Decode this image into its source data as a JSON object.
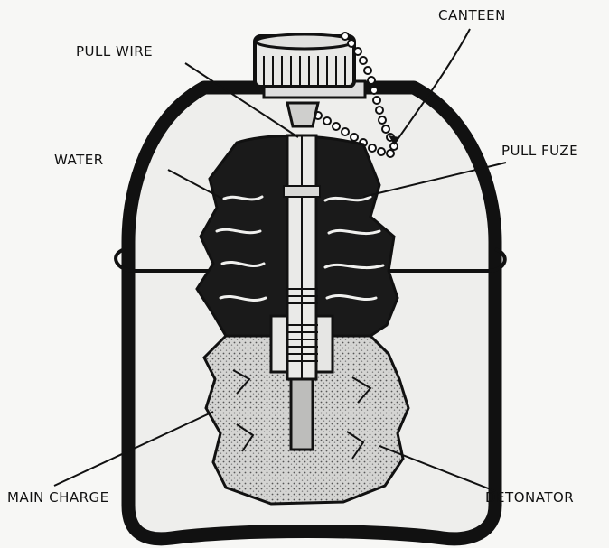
{
  "labels": {
    "canteen": "CANTEEN",
    "pull_wire": "PULL WIRE",
    "water": "WATER",
    "pull_fuze": "PULL FUZE",
    "main_charge": "MAIN CHARGE",
    "detonator": "DETONATOR"
  },
  "colors": {
    "background": "#f7f7f5",
    "ink": "#111111",
    "water": "#1a1a1a",
    "charge": "#cfcfcf"
  }
}
